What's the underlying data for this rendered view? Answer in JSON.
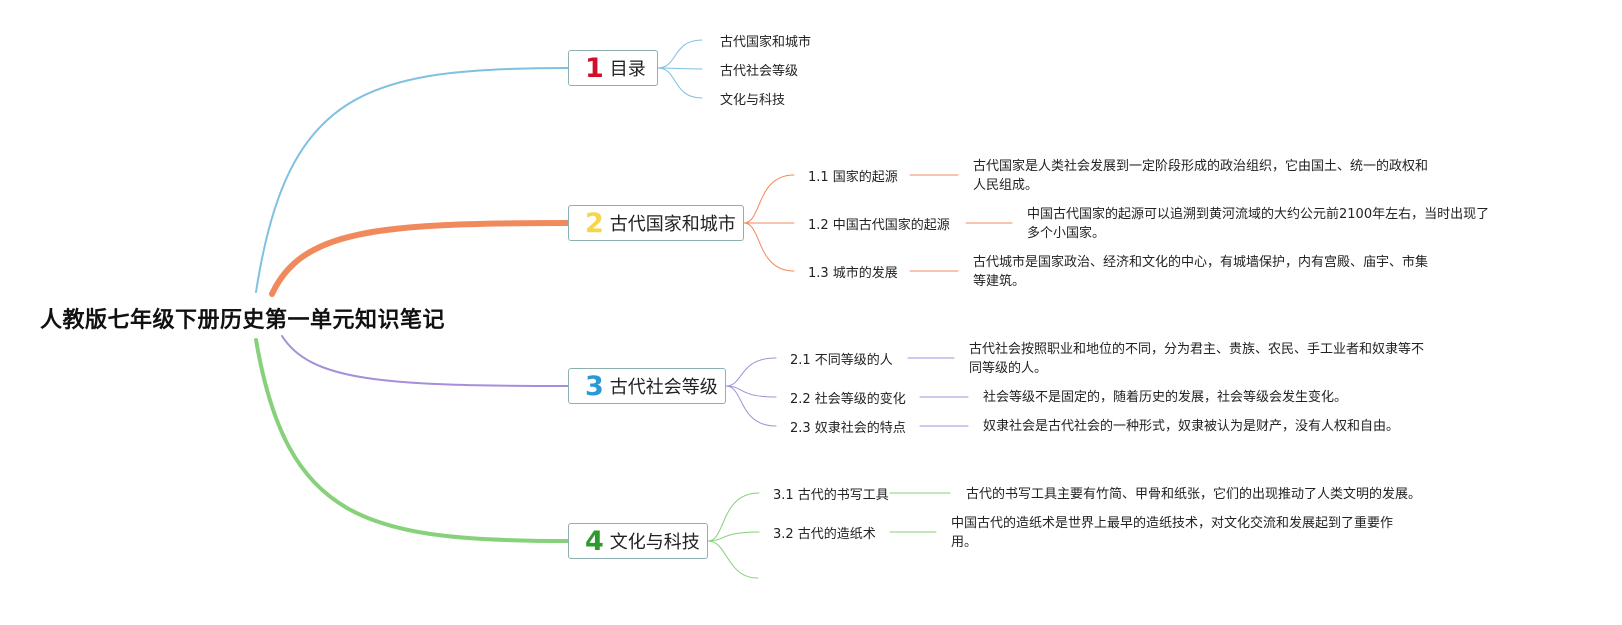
{
  "root": {
    "title": "人教版七年级下册历史第一单元知识笔记"
  },
  "branches": [
    {
      "num": "1",
      "title": "目录",
      "num_color": "#d0102a",
      "line_color": "#7ec1e0",
      "leaves": [
        "古代国家和城市",
        "古代社会等级",
        "文化与科技"
      ]
    },
    {
      "num": "2",
      "title": "古代国家和城市",
      "num_color": "#f5d54c",
      "line_color": "#f08a5d",
      "items": [
        {
          "label": "1.1 国家的起源",
          "desc_lines": [
            "古代国家是人类社会发展到一定阶段形成的政治组织，它由国土、统一的政权和",
            "人民组成。"
          ]
        },
        {
          "label": "1.2 中国古代国家的起源",
          "desc_lines": [
            "中国古代国家的起源可以追溯到黄河流域的大约公元前2100年左右，当时出现了",
            "多个小国家。"
          ]
        },
        {
          "label": "1.3 城市的发展",
          "desc_lines": [
            "古代城市是国家政治、经济和文化的中心，有城墙保护，内有宫殿、庙宇、市集",
            "等建筑。"
          ]
        }
      ]
    },
    {
      "num": "3",
      "title": "古代社会等级",
      "num_color": "#2a9ad6",
      "line_color": "#a58fdc",
      "items": [
        {
          "label": "2.1 不同等级的人",
          "desc_lines": [
            "古代社会按照职业和地位的不同，分为君主、贵族、农民、手工业者和奴隶等不",
            "同等级的人。"
          ]
        },
        {
          "label": "2.2 社会等级的变化",
          "desc_lines": [
            "社会等级不是固定的，随着历史的发展，社会等级会发生变化。"
          ]
        },
        {
          "label": "2.3 奴隶社会的特点",
          "desc_lines": [
            "奴隶社会是古代社会的一种形式，奴隶被认为是财产，没有人权和自由。"
          ]
        }
      ]
    },
    {
      "num": "4",
      "title": "文化与科技",
      "num_color": "#2e9a2e",
      "line_color": "#86d17a",
      "items": [
        {
          "label": "3.1 古代的书写工具",
          "desc_lines": [
            "古代的书写工具主要有竹简、甲骨和纸张，它们的出现推动了人类文明的发展。"
          ]
        },
        {
          "label": "3.2 古代的造纸术",
          "desc_lines": [
            "中国古代的造纸术是世界上最早的造纸技术，对文化交流和发展起到了重要作",
            "用。"
          ]
        }
      ]
    }
  ]
}
